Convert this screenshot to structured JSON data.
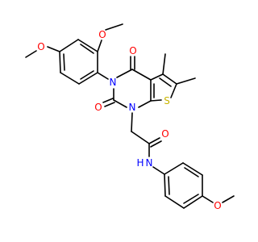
{
  "atoms": {
    "O_c2": "O",
    "O_c4": "O",
    "O_carbonyl_ring": "O",
    "O_ring_low": "O",
    "O_amide": "O",
    "O_para": "O",
    "N3": "N",
    "N1": "N",
    "S": "S",
    "NH": "N",
    "H": "H"
  },
  "colors": {
    "bond": "#000000",
    "oxygen": "#ff0000",
    "nitrogen": "#0000ff",
    "sulfur": "#c8b400"
  }
}
